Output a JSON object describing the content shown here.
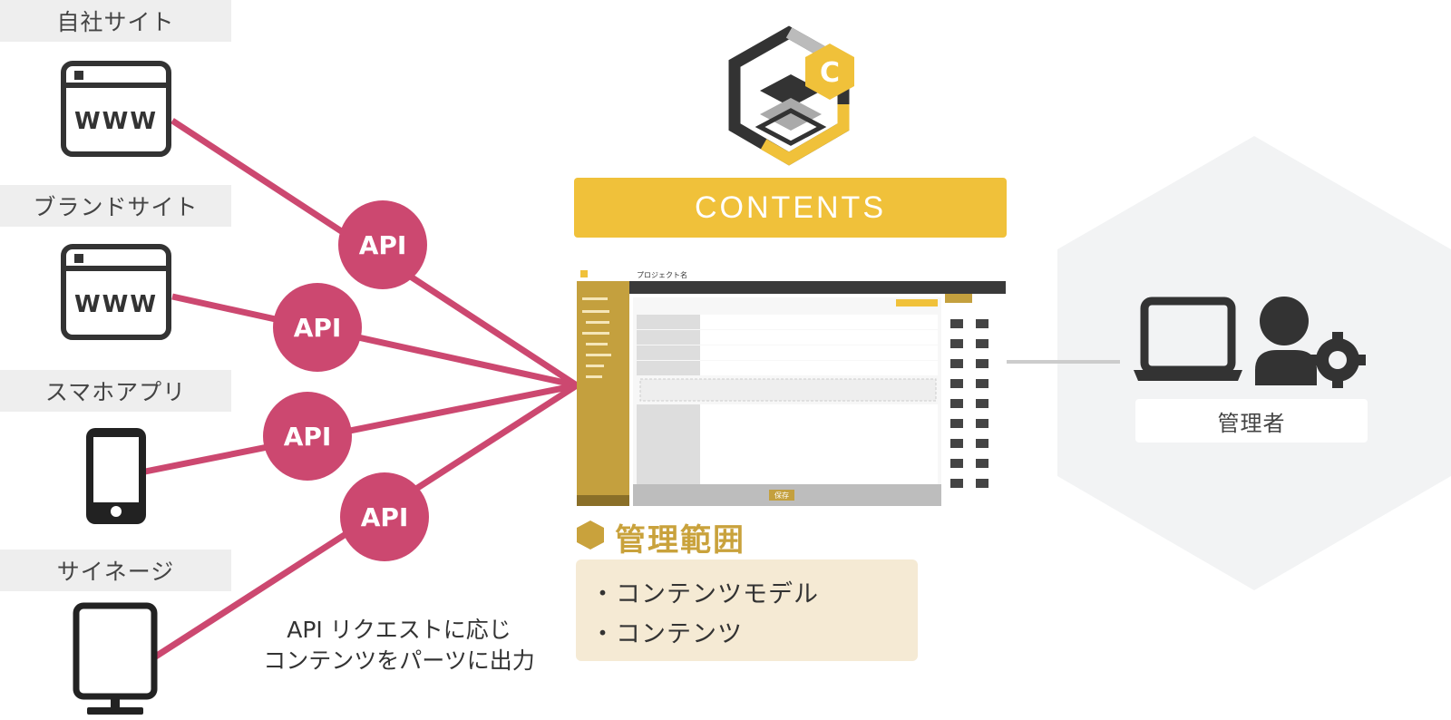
{
  "channels": [
    {
      "label": "自社サイト",
      "icon": "www-window-icon",
      "icon_text": "WWW"
    },
    {
      "label": "ブランドサイト",
      "icon": "www-window-icon",
      "icon_text": "WWW"
    },
    {
      "label": "スマホアプリ",
      "icon": "smartphone-icon"
    },
    {
      "label": "サイネージ",
      "icon": "signage-display-icon"
    }
  ],
  "api_badges": [
    "API",
    "API",
    "API",
    "API"
  ],
  "caption": {
    "line1": "API リクエストに応じ",
    "line2": "コンテンツをパーツに出力"
  },
  "logo": {
    "letter": "C"
  },
  "contents_label": "CONTENTS",
  "screenshot": {
    "project_title": "プロジェクト名",
    "save_button": "保存"
  },
  "scope": {
    "title": "管理範囲",
    "items": [
      "・コンテンツモデル",
      "・コンテンツ"
    ]
  },
  "admin": {
    "label": "管理者"
  },
  "colors": {
    "api": "#cc4870",
    "accent": "#f0c13a",
    "scope_title": "#c9a23c",
    "scope_bg": "#f5ead4",
    "hex_bg": "#f2f3f4",
    "icon": "#333333"
  }
}
